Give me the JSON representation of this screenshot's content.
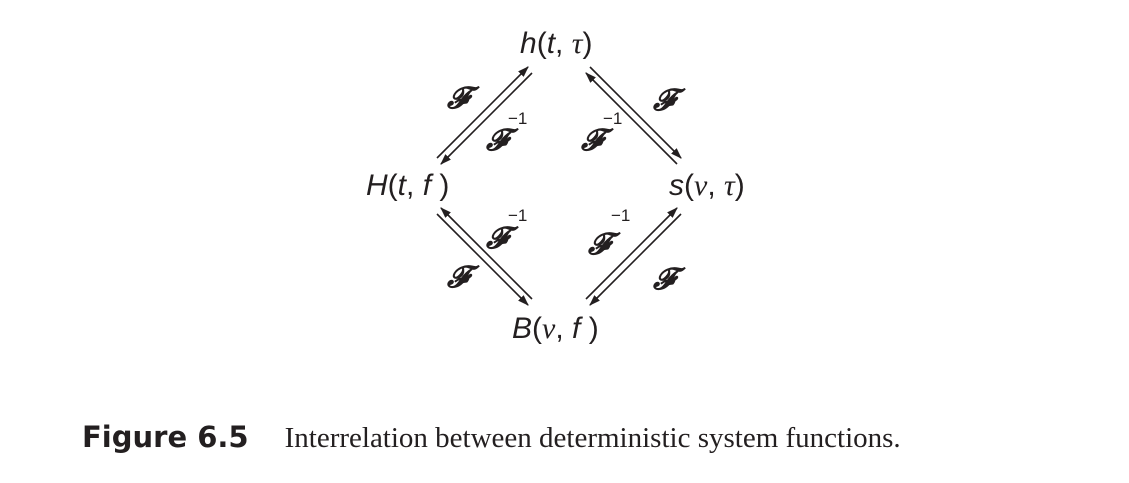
{
  "nodes": {
    "top": {
      "fn": "h",
      "open": "(",
      "arg1": "t",
      "sep": ", ",
      "arg2": "τ",
      "close": ")"
    },
    "left": {
      "fn": "H",
      "open": "(",
      "arg1": "t",
      "sep": ", ",
      "arg2": "f",
      "close": " )"
    },
    "right": {
      "fn": "s",
      "open": "(",
      "arg1": "ν",
      "sep": ", ",
      "arg2": "τ",
      "close": ")"
    },
    "bottom": {
      "fn": "B",
      "open": "(",
      "arg1": "ν",
      "sep": ", ",
      "arg2": "f",
      "close": " )"
    }
  },
  "operators": {
    "forward": "𝓕",
    "inverse": "𝓕",
    "inverse_sup": "−1"
  },
  "caption": {
    "label": "Figure 6.5",
    "text": "Interrelation between deterministic system functions."
  }
}
